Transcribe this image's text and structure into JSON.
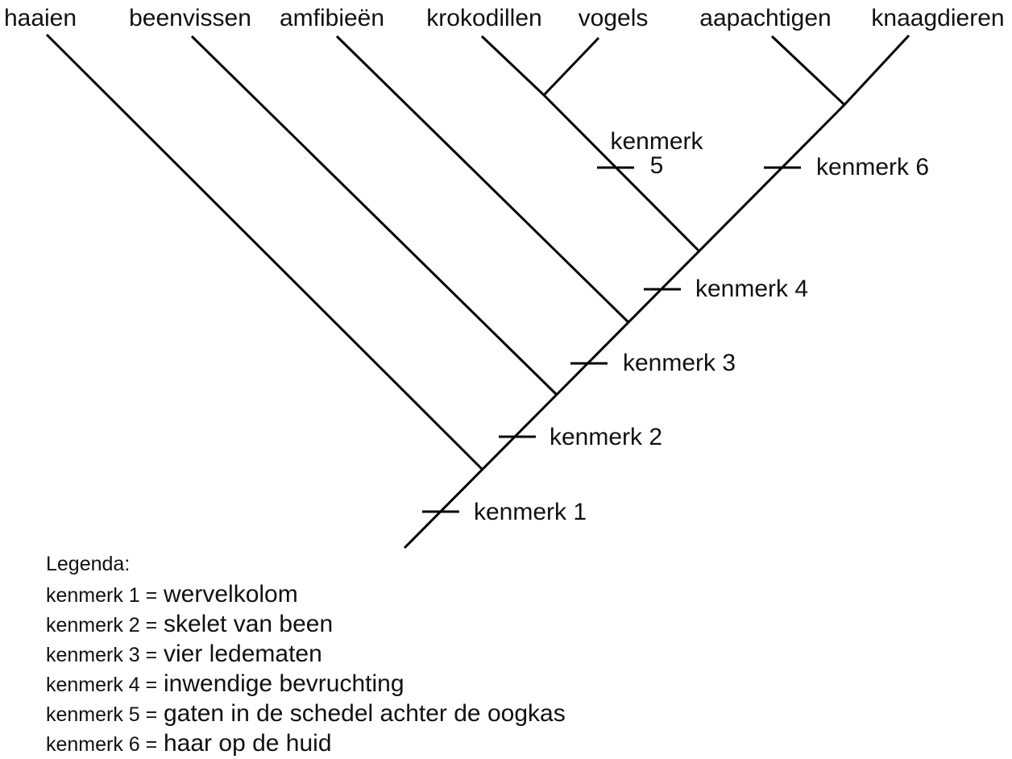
{
  "diagram": {
    "taxa": [
      {
        "label": "haaien"
      },
      {
        "label": "beenvissen"
      },
      {
        "label": "amfibieën"
      },
      {
        "label": "krokodillen"
      },
      {
        "label": "vogels"
      },
      {
        "label": "aapachtigen"
      },
      {
        "label": "knaagdieren"
      }
    ],
    "features": [
      {
        "label": "kenmerk 1"
      },
      {
        "label": "kenmerk 2"
      },
      {
        "label": "kenmerk 3"
      },
      {
        "label": "kenmerk 4"
      },
      {
        "label_line1": "kenmerk",
        "label_line2": "5"
      },
      {
        "label": "kenmerk 6"
      }
    ],
    "legend": {
      "title": "Legenda:",
      "items": [
        {
          "term": "kenmerk 1 =",
          "definition": "wervelkolom"
        },
        {
          "term": "kenmerk 2 =",
          "definition": "skelet van been"
        },
        {
          "term": "kenmerk 3 =",
          "definition": "vier ledematen"
        },
        {
          "term": "kenmerk 4 =",
          "definition": "inwendige bevruchting"
        },
        {
          "term": "kenmerk 5 =",
          "definition": "gaten in de schedel achter de oogkas"
        },
        {
          "term": "kenmerk 6 =",
          "definition": "haar op de huid"
        }
      ]
    },
    "line_color": "#000000"
  }
}
